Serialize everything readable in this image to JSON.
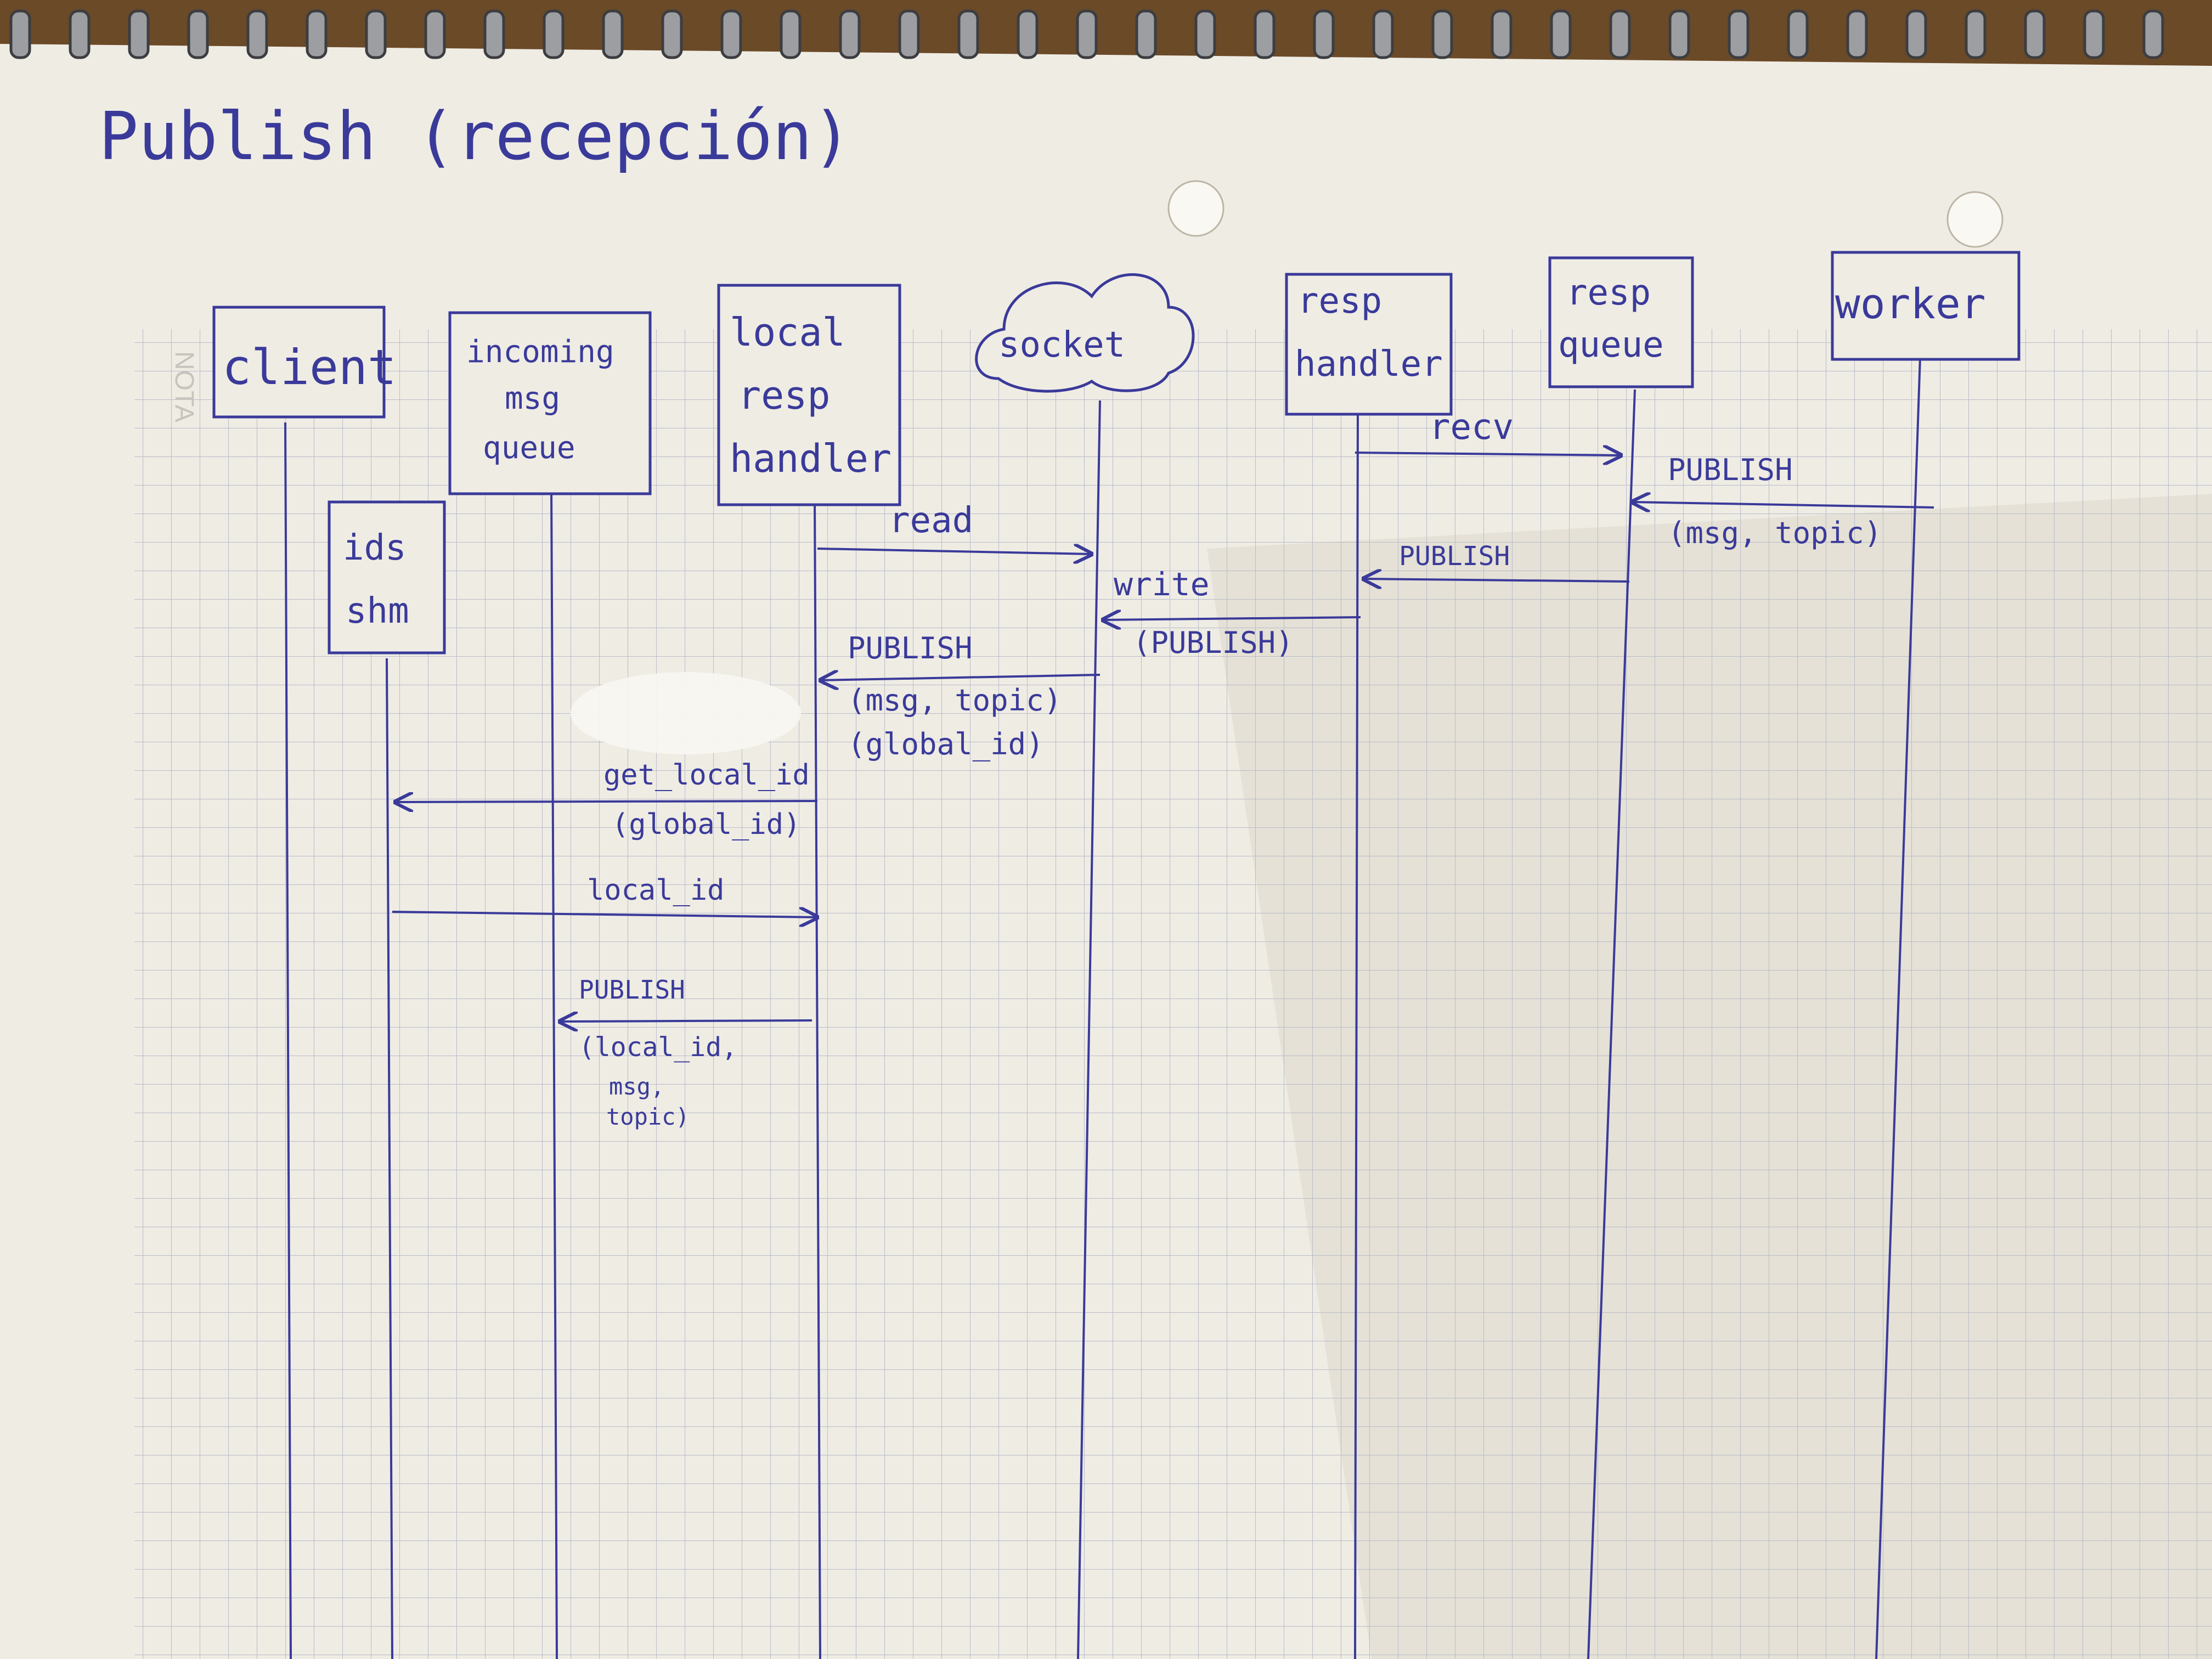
{
  "title": "Publish (recepción)",
  "margin_mark": "NOTA",
  "colors": {
    "ink": "#3a3a9a",
    "paper": "#efece4",
    "grid": "#b9bccb",
    "table": "#6b4a28"
  },
  "participants": [
    {
      "id": "client",
      "lines": [
        "client"
      ]
    },
    {
      "id": "incoming-msg-queue",
      "lines": [
        "incoming",
        "msg",
        "queue"
      ]
    },
    {
      "id": "local-resp-handler",
      "lines": [
        "local",
        "resp",
        "handler"
      ]
    },
    {
      "id": "socket",
      "lines": [
        "socket"
      ],
      "shape": "cloud"
    },
    {
      "id": "resp-handler",
      "lines": [
        "resp",
        "handler"
      ]
    },
    {
      "id": "resp-queue",
      "lines": [
        "resp",
        "queue"
      ]
    },
    {
      "id": "worker",
      "lines": [
        "worker"
      ]
    },
    {
      "id": "ids-shm",
      "lines": [
        "ids",
        "shm"
      ]
    }
  ],
  "messages": [
    {
      "from": "resp-handler",
      "to": "resp-queue",
      "lines": [
        "recv"
      ]
    },
    {
      "from": "worker",
      "to": "resp-queue",
      "lines": [
        "PUBLISH",
        "(msg, topic)"
      ]
    },
    {
      "from": "local-resp-handler",
      "to": "socket",
      "lines": [
        "read"
      ]
    },
    {
      "from": "resp-queue",
      "to": "resp-handler",
      "lines": [
        "PUBLISH"
      ]
    },
    {
      "from": "resp-handler",
      "to": "socket",
      "lines": [
        "write",
        "(PUBLISH)"
      ]
    },
    {
      "from": "socket",
      "to": "local-resp-handler",
      "lines": [
        "PUBLISH",
        "(msg, topic)",
        "(global_id)"
      ]
    },
    {
      "from": "local-resp-handler",
      "to": "ids-shm",
      "lines": [
        "get_local_id",
        "(global_id)"
      ]
    },
    {
      "from": "ids-shm",
      "to": "local-resp-handler",
      "lines": [
        "local_id"
      ]
    },
    {
      "from": "local-resp-handler",
      "to": "incoming-msg-queue",
      "lines": [
        "PUBLISH",
        "(local_id,",
        "msg,",
        "topic)"
      ]
    }
  ]
}
